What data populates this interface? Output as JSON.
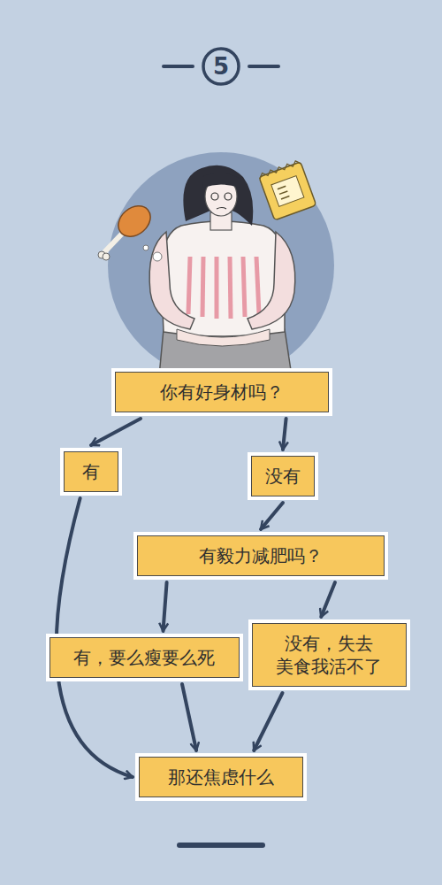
{
  "diagram": {
    "nodes": [
      {
        "text": [
          "你有好身材吗？"
        ]
      },
      {
        "text": [
          "有"
        ]
      },
      {
        "text": [
          "没有"
        ]
      },
      {
        "text": [
          "有毅力减肥吗？"
        ]
      },
      {
        "text": [
          "有，要么瘦要么死"
        ]
      },
      {
        "text": [
          "没有，失去 美食我活不了"
        ]
      },
      {
        "text": [
          "那还焦虑什么"
        ]
      }
    ],
    "edges": [
      {
        "from": 0,
        "to": 1,
        "arrow": "to"
      },
      {
        "from": 0,
        "to": 2,
        "arrow": "to"
      },
      {
        "from": 2,
        "to": 3,
        "arrow": "to"
      },
      {
        "from": 3,
        "to": 4,
        "arrow": "to"
      },
      {
        "from": 3,
        "to": 5,
        "arrow": "to"
      },
      {
        "from": 1,
        "to": 6,
        "arrow": "to"
      },
      {
        "from": 4,
        "to": 6,
        "arrow": "to"
      },
      {
        "from": 5,
        "to": 6,
        "arrow": "to"
      }
    ],
    "labels": [
      "5"
    ]
  }
}
